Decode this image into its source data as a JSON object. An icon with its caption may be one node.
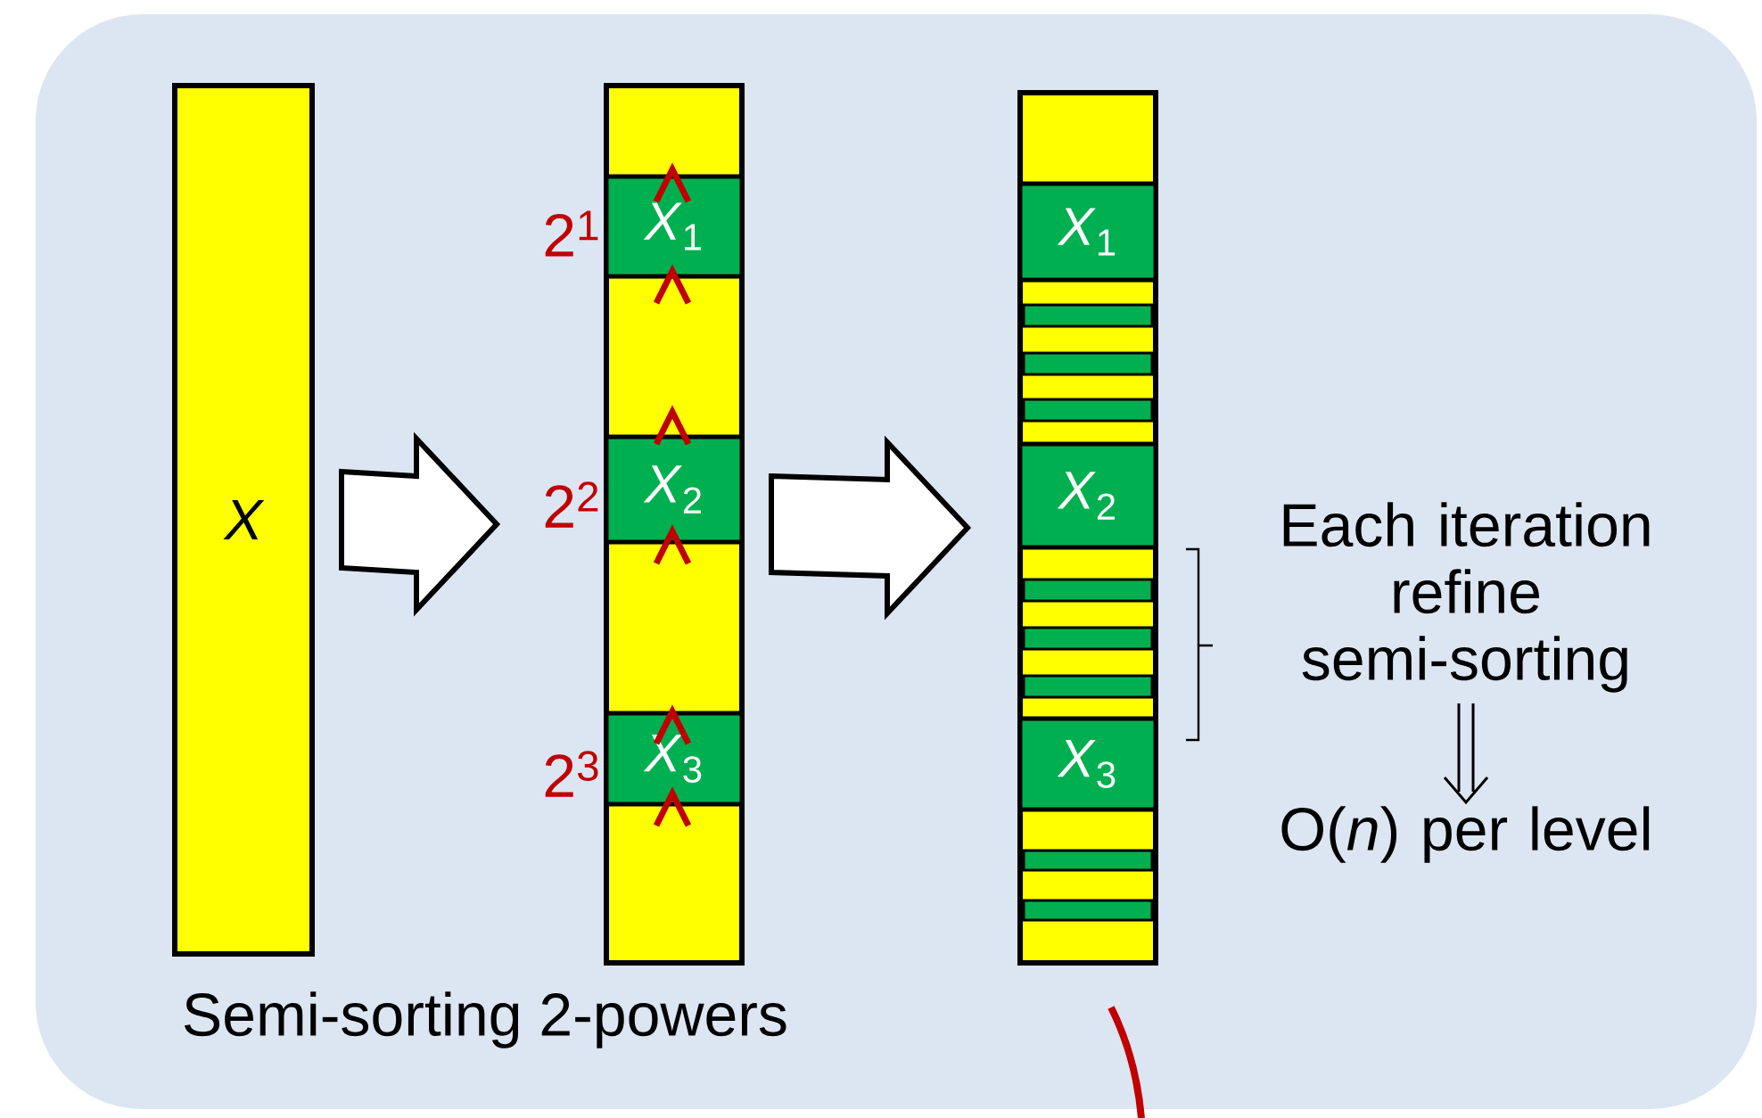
{
  "diagram": {
    "nodes": [
      {
        "text": [
          "X"
        ]
      },
      {
        "text": [],
        "shape": "bar"
      },
      {
        "text": [
          "*X*$_{1}$"
        ],
        "in": 1,
        "beside": [
          "2$^{1}$"
        ]
      },
      {
        "text": [
          "*X*$_{2}$"
        ],
        "in": 1,
        "beside": [
          "2$^{2}$"
        ]
      },
      {
        "text": [
          "*X*$_{3}$"
        ],
        "in": 1,
        "beside": [
          "2$^{3}$"
        ]
      },
      {
        "text": [],
        "shape": "bar"
      },
      {
        "text": [
          "*X*$_{1}$"
        ],
        "in": 5
      },
      {
        "text": [
          "*X*$_{2}$"
        ],
        "in": 5
      },
      {
        "text": [
          "*X*$_{3}$"
        ],
        "in": 5
      },
      {
        "text": [
          "Each iteration refine semi-sorting"
        ]
      },
      {
        "text": [
          "O(*n*) per level"
        ]
      }
    ],
    "edges": [
      {
        "from": 0,
        "to": 1,
        "arrow": "to"
      },
      {
        "from": 1,
        "to": 5,
        "arrow": "to"
      },
      {
        "from": 9,
        "to": 10,
        "arrow": "to"
      }
    ],
    "labels": [
      "Semi-sorting 2-powers"
    ]
  }
}
